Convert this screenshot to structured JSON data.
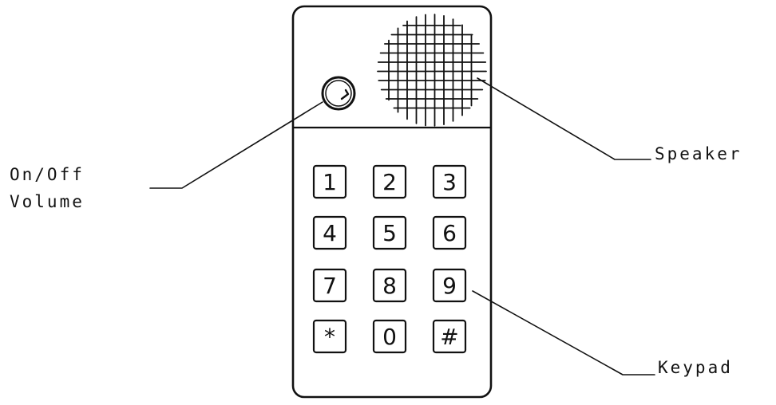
{
  "labels": {
    "speaker": "Speaker",
    "keypad": "Keypad",
    "volume_line1": "On/Off",
    "volume_line2": "Volume"
  },
  "keypad": {
    "keys": [
      "1",
      "2",
      "3",
      "4",
      "5",
      "6",
      "7",
      "8",
      "9",
      "*",
      "0",
      "#"
    ]
  },
  "colors": {
    "ink": "#111111",
    "background": "#ffffff"
  }
}
